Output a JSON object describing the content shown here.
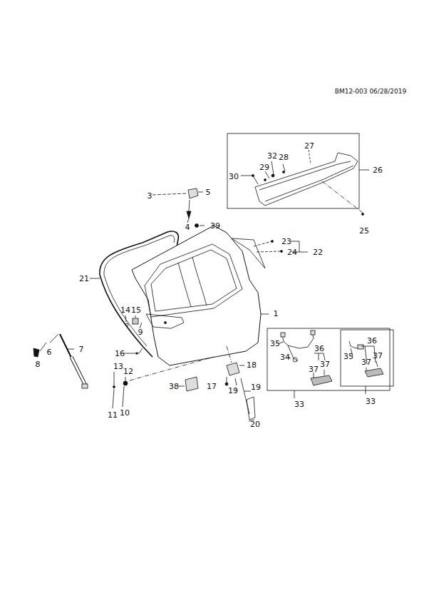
{
  "diagram": {
    "labels": [
      "BM12-003 06/28/2019",
      "27",
      "32",
      "28",
      "29",
      "30",
      "26",
      "25",
      "3",
      "5",
      "4",
      "39",
      "23",
      "24",
      "22",
      "21",
      "1",
      "14",
      "15",
      "9",
      "6",
      "7",
      "8",
      "16",
      "13",
      "12",
      "11",
      "10",
      "38",
      "17",
      "18",
      "19",
      "19",
      "20",
      "35",
      "36",
      "34",
      "37",
      "37",
      "33",
      "35",
      "36",
      "37",
      "37",
      "33"
    ]
  }
}
